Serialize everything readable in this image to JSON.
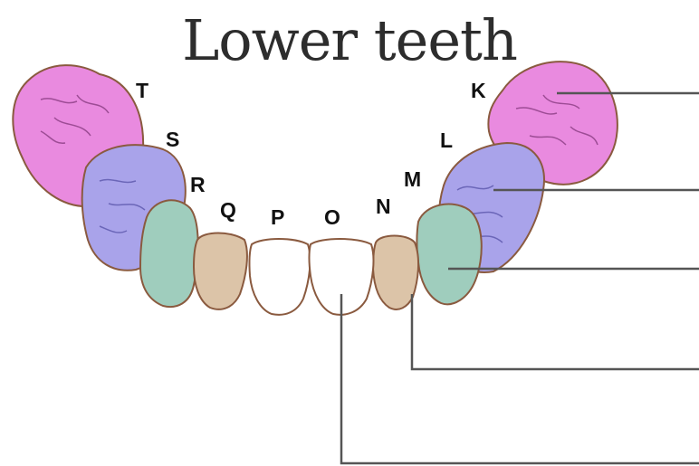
{
  "title": "Lower teeth",
  "labels": {
    "T": "T",
    "S": "S",
    "R": "R",
    "Q": "Q",
    "P": "P",
    "O": "O",
    "N": "N",
    "M": "M",
    "L": "L",
    "K": "K"
  },
  "colors": {
    "molar_outer": "#e98adf",
    "molar_inner": "#a9a3ea",
    "canine": "#9fcdbd",
    "premolar_like": "#dcc4a8",
    "incisor": "#ffffff",
    "outline": "#8a5a3f",
    "leader": "#555555"
  }
}
